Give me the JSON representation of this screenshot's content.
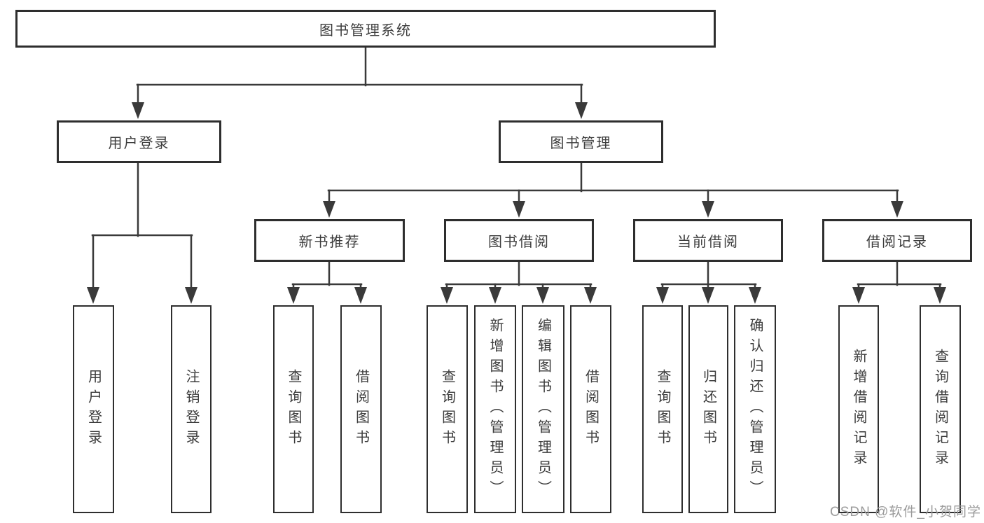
{
  "tree": {
    "root": {
      "label": "图书管理系统"
    },
    "children": [
      {
        "label": "用户登录",
        "children": [
          {
            "label": "用户登录"
          },
          {
            "label": "注销登录"
          }
        ]
      },
      {
        "label": "图书管理",
        "children": [
          {
            "label": "新书推荐",
            "children": [
              {
                "label": "查询图书"
              },
              {
                "label": "借阅图书"
              }
            ]
          },
          {
            "label": "图书借阅",
            "children": [
              {
                "label": "查询图书"
              },
              {
                "label": "新增图书（管理员）"
              },
              {
                "label": "编辑图书（管理员）"
              },
              {
                "label": "借阅图书"
              }
            ]
          },
          {
            "label": "当前借阅",
            "children": [
              {
                "label": "查询图书"
              },
              {
                "label": "归还图书"
              },
              {
                "label": "确认归还（管理员）"
              }
            ]
          },
          {
            "label": "借阅记录",
            "children": [
              {
                "label": "新增借阅记录"
              },
              {
                "label": "查询借阅记录"
              }
            ]
          }
        ]
      }
    ]
  },
  "watermark": {
    "text": "CSDN @软件_小贺同学"
  },
  "colors": {
    "line": "#3a3a3a",
    "box_border": "#2e2e2e",
    "text": "#3c3c3c",
    "watermark": "#9b9b9b",
    "background": "#ffffff"
  }
}
